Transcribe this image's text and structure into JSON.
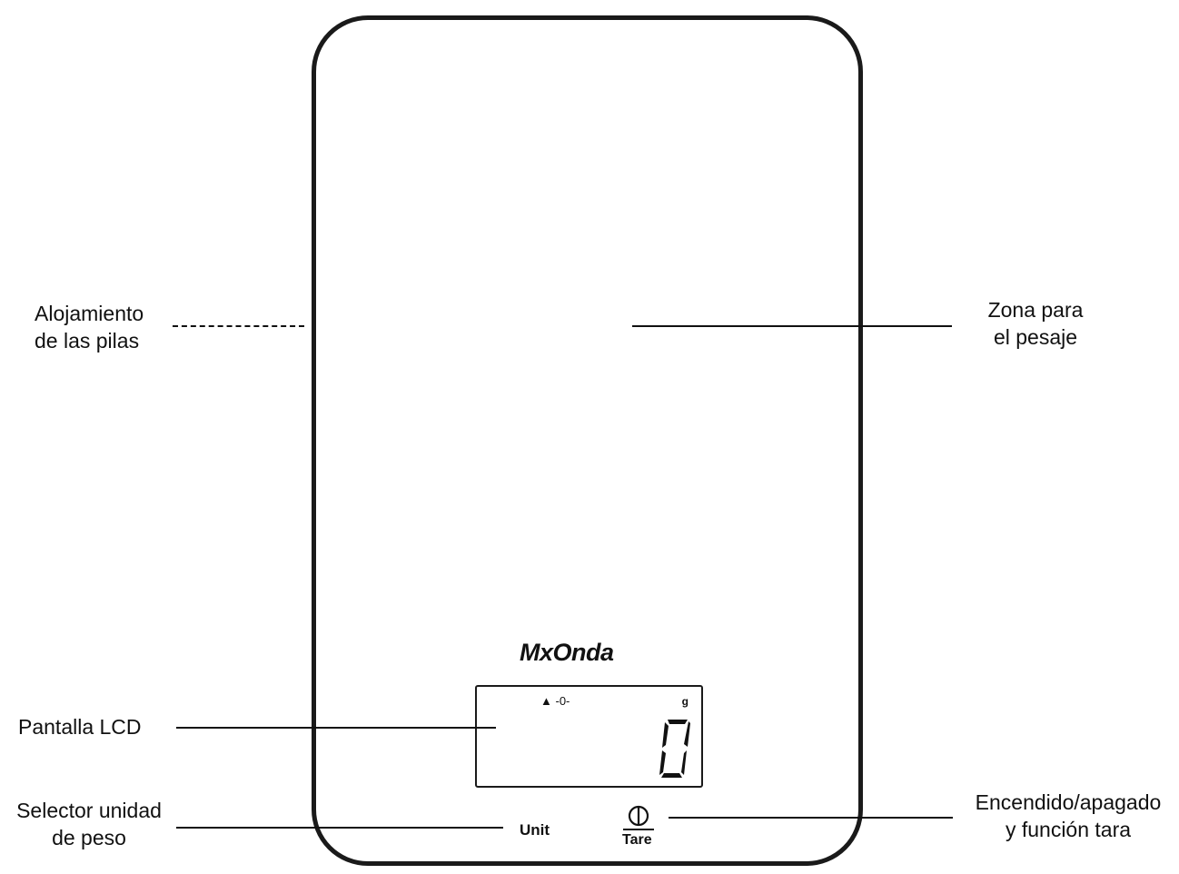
{
  "brand": "MxOnda",
  "labels": {
    "battery": [
      "Alojamiento",
      "de las pilas"
    ],
    "weighing_zone": [
      "Zona para",
      "el pesaje"
    ],
    "lcd": [
      "Pantalla LCD"
    ],
    "unit_selector": [
      "Selector unidad",
      "de peso"
    ],
    "power_tare": [
      "Encendido/apagado",
      "y función tara"
    ]
  },
  "lcd": {
    "zero_indicator": "-0-",
    "unit": "g",
    "reading": "0"
  },
  "buttons": {
    "unit": "Unit",
    "tare": "Tare"
  },
  "icons": {
    "battery_indicator": "triangle-up-icon",
    "power": "power-icon"
  }
}
